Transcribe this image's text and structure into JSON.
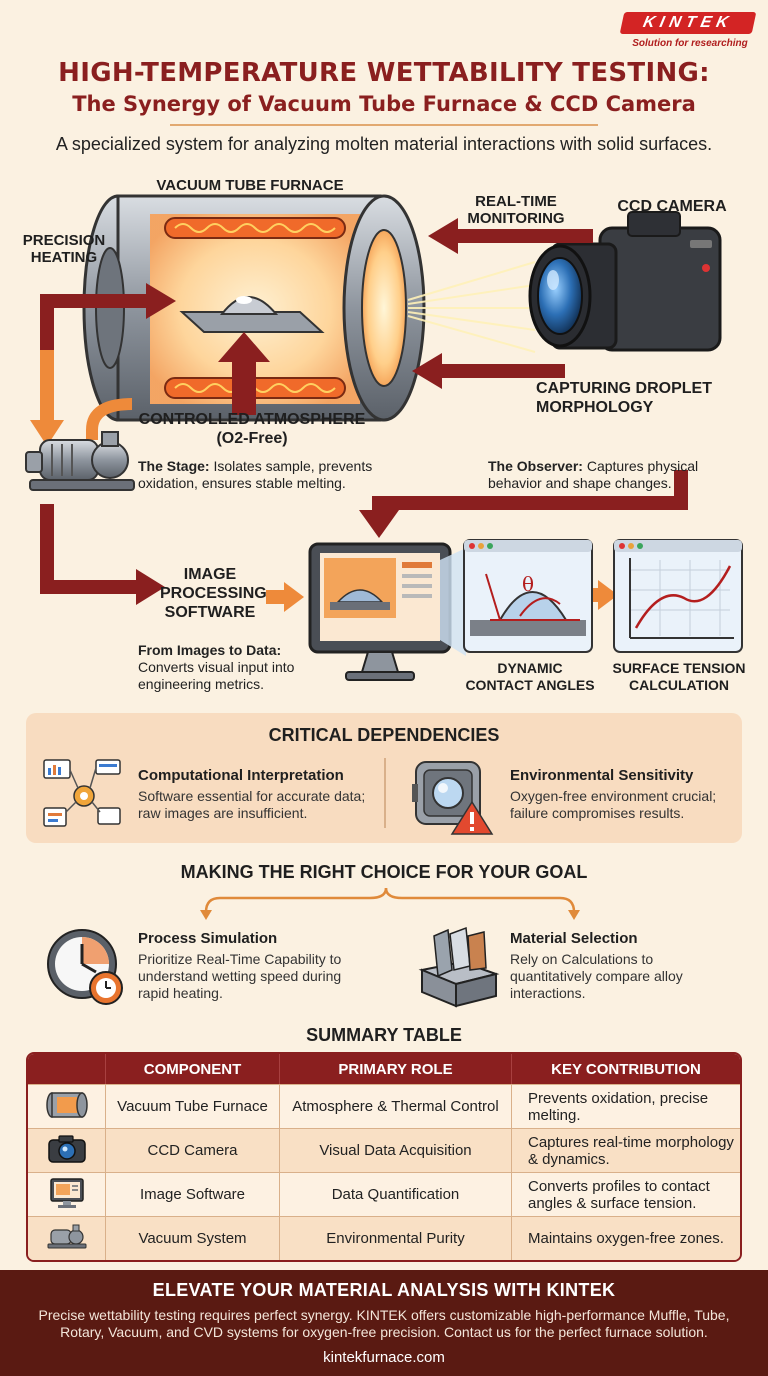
{
  "brand": {
    "logo": "KINTEK",
    "tagline": "Solution for researching"
  },
  "title": {
    "line1": "HIGH-TEMPERATURE WETTABILITY TESTING:",
    "line2": "The Synergy of Vacuum Tube Furnace & CCD Camera"
  },
  "subtitle": "A specialized system for analyzing molten material interactions with solid surfaces.",
  "diagram": {
    "furnace_label": "VACUUM TUBE FURNACE",
    "precision_heating": [
      "PRECISION",
      "HEATING"
    ],
    "realtime": [
      "REAL-TIME",
      "MONITORING"
    ],
    "ccd_label": "CCD CAMERA",
    "capturing": [
      "CAPTURING DROPLET",
      "MORPHOLOGY"
    ],
    "atmosphere": [
      "CONTROLLED ATMOSPHERE",
      "(O2-Free)"
    ],
    "stage_title": "The Stage:",
    "stage_desc": " Isolates sample, prevents oxidation, ensures stable melting.",
    "observer_title": "The Observer:",
    "observer_desc": " Captures physical behavior and shape changes.",
    "software_label": [
      "IMAGE",
      "PROCESSING",
      "SOFTWARE"
    ],
    "from_images_title": "From Images to Data:",
    "from_images_desc": "Converts visual input into engineering metrics.",
    "theta": "θ",
    "contact_label": [
      "DYNAMIC",
      "CONTACT ANGLES"
    ],
    "tension_label": [
      "SURFACE TENSION",
      "CALCULATION"
    ],
    "accent_color": "#8a1f1f",
    "arrow_color": "#ee8a3a"
  },
  "dependencies": {
    "title": "CRITICAL DEPENDENCIES",
    "items": [
      {
        "title": "Computational Interpretation",
        "desc": "Software essential for accurate data; raw images are insufficient.",
        "icon": "flowchart-icon"
      },
      {
        "title": "Environmental Sensitivity",
        "desc": "Oxygen-free environment crucial; failure compromises results.",
        "icon": "chamber-warning-icon"
      }
    ]
  },
  "choice": {
    "title": "MAKING THE RIGHT CHOICE FOR YOUR GOAL",
    "items": [
      {
        "title": "Process Simulation",
        "desc": "Prioritize Real-Time Capability to understand wetting speed during rapid heating.",
        "icon": "clock-icon"
      },
      {
        "title": "Material Selection",
        "desc": "Rely on Calculations to quantitatively compare alloy interactions.",
        "icon": "material-samples-icon"
      }
    ]
  },
  "summary": {
    "title": "SUMMARY TABLE",
    "headers": [
      "",
      "COMPONENT",
      "PRIMARY ROLE",
      "KEY CONTRIBUTION"
    ],
    "rows": [
      {
        "component": "Vacuum Tube Furnace",
        "role": "Atmosphere & Thermal Control",
        "contribution": "Prevents oxidation, precise melting.",
        "icon": "furnace-icon"
      },
      {
        "component": "CCD Camera",
        "role": "Visual Data Acquisition",
        "contribution": "Captures real-time morphology & dynamics.",
        "icon": "camera-icon"
      },
      {
        "component": "Image Software",
        "role": "Data Quantification",
        "contribution": "Converts profiles to contact angles & surface tension.",
        "icon": "monitor-icon"
      },
      {
        "component": "Vacuum System",
        "role": "Environmental Purity",
        "contribution": "Maintains oxygen-free zones.",
        "icon": "pump-icon"
      }
    ]
  },
  "footer": {
    "title": "ELEVATE YOUR MATERIAL ANALYSIS WITH KINTEK",
    "body": "Precise wettability testing requires perfect synergy. KINTEK offers customizable high-performance Muffle, Tube, Rotary, Vacuum, and CVD systems for oxygen-free precision. Contact us for the perfect furnace solution.",
    "url": "kintekfurnace.com"
  }
}
